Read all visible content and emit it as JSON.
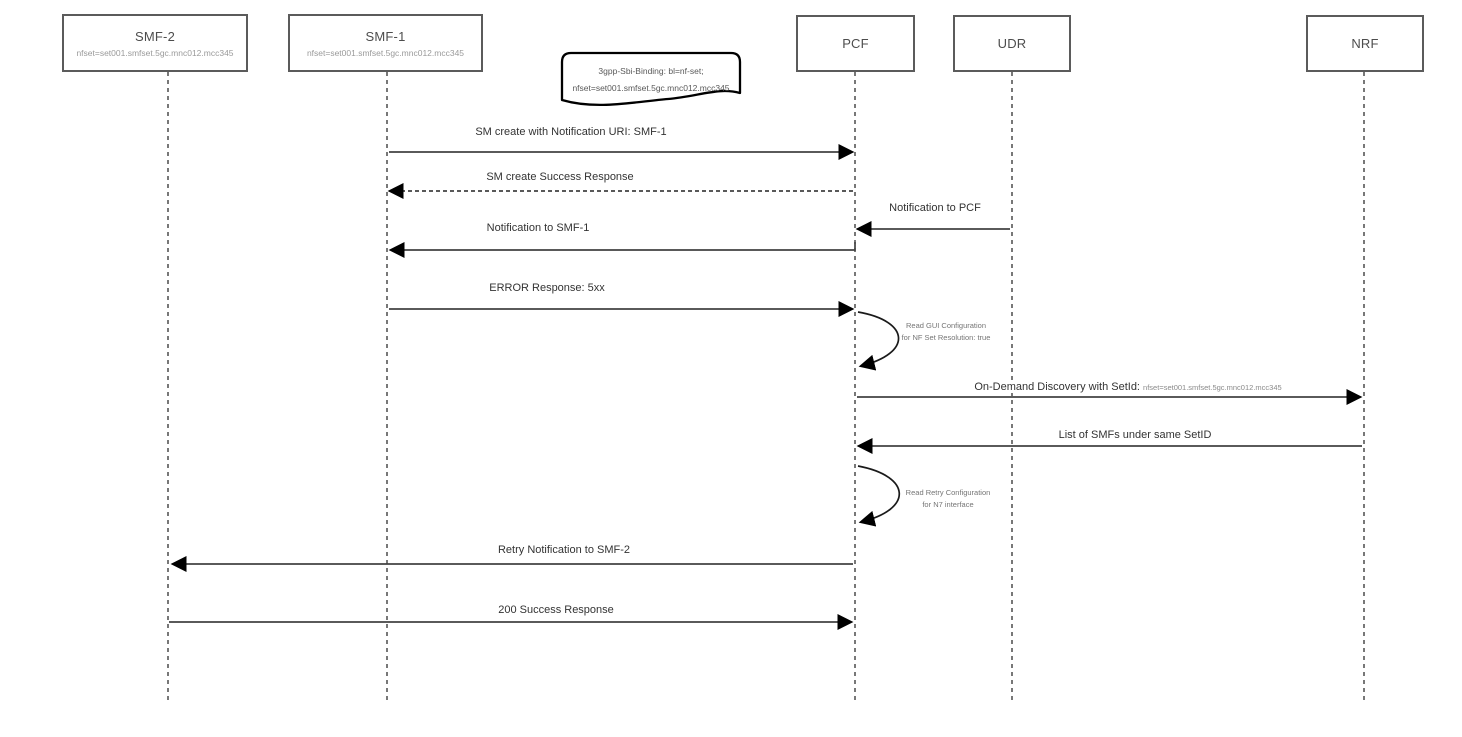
{
  "actors": [
    {
      "name": "SMF-2",
      "subtitle": "nfset=set001.smfset.5gc.mnc012.mcc345"
    },
    {
      "name": "SMF-1",
      "subtitle": "nfset=set001.smfset.5gc.mnc012.mcc345"
    },
    {
      "name": "PCF"
    },
    {
      "name": "UDR"
    },
    {
      "name": "NRF"
    }
  ],
  "note": {
    "line1": "3gpp-Sbi-Binding: bl=nf-set;",
    "line2": "nfset=set001.smfset.5gc.mnc012.mcc345"
  },
  "messages": [
    {
      "label": "SM create with Notification URI: SMF-1",
      "from": "SMF-1",
      "to": "PCF",
      "style": "solid"
    },
    {
      "label": "SM create Success Response",
      "from": "PCF",
      "to": "SMF-1",
      "style": "dashed"
    },
    {
      "label": "Notification to PCF",
      "from": "UDR",
      "to": "PCF",
      "style": "solid"
    },
    {
      "label": "Notification to SMF-1",
      "from": "PCF",
      "to": "SMF-1",
      "style": "solid"
    },
    {
      "label": "ERROR Response: 5xx",
      "from": "SMF-1",
      "to": "PCF",
      "style": "solid"
    },
    {
      "label": "Read GUI Configuration",
      "label2": "for NF Set Resolution: true",
      "type": "self-message",
      "actor": "PCF"
    },
    {
      "label": "On-Demand Discovery with SetId:",
      "label_detail": "nfset=set001.smfset.5gc.mnc012.mcc345",
      "from": "PCF",
      "to": "NRF",
      "style": "solid"
    },
    {
      "label": "List of SMFs under same SetID",
      "from": "NRF",
      "to": "PCF",
      "style": "solid"
    },
    {
      "label": "Read Retry Configuration",
      "label2": "for N7 interface",
      "type": "self-message",
      "actor": "PCF"
    },
    {
      "label": "Retry Notification to SMF-2",
      "from": "PCF",
      "to": "SMF-2",
      "style": "solid"
    },
    {
      "label": "200 Success Response",
      "from": "SMF-2",
      "to": "PCF",
      "style": "solid"
    }
  ],
  "colors": {
    "box_border": "#5b5b5b",
    "line": "#424242",
    "arrowhead": "#000000",
    "label_text": "#333333",
    "muted_text": "#9a9a9a",
    "background": "#ffffff"
  }
}
